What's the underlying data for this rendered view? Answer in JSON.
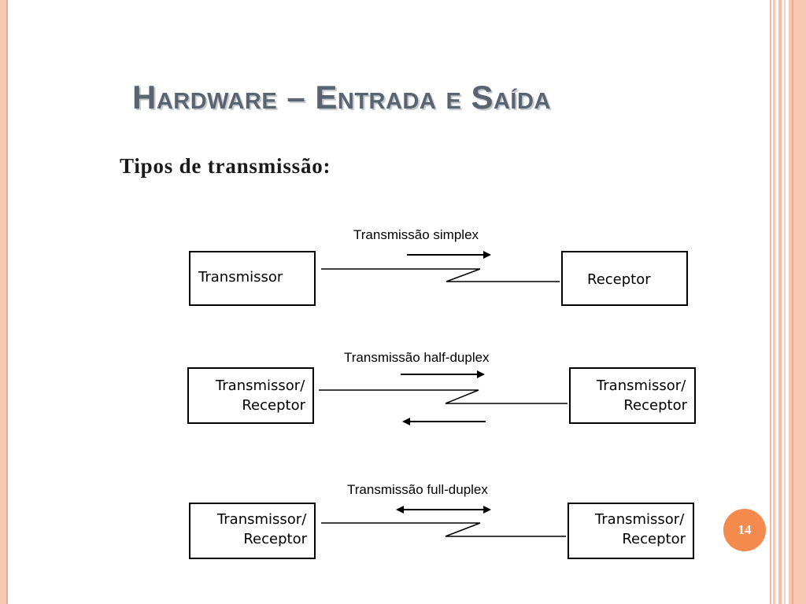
{
  "slide": {
    "title": "Hardware – Entrada e Saída",
    "subtitle": "Tipos de transmissão:",
    "page_number": "14"
  },
  "colors": {
    "accent": "#f48a4e",
    "stripe": "#f7c9b4",
    "title_text": "#5a6470"
  },
  "diagrams": {
    "simplex": {
      "caption": "Transmissão simplex",
      "left_box": [
        "Transmissor"
      ],
      "right_box": [
        "Receptor"
      ]
    },
    "half_duplex": {
      "caption": "Transmissão half-duplex",
      "left_box": [
        "Transmissor/",
        "Receptor"
      ],
      "right_box": [
        "Transmissor/",
        "Receptor"
      ]
    },
    "full_duplex": {
      "caption": "Transmissão full-duplex",
      "left_box": [
        "Transmissor/",
        "Receptor"
      ],
      "right_box": [
        "Transmissor/",
        "Receptor"
      ]
    }
  }
}
